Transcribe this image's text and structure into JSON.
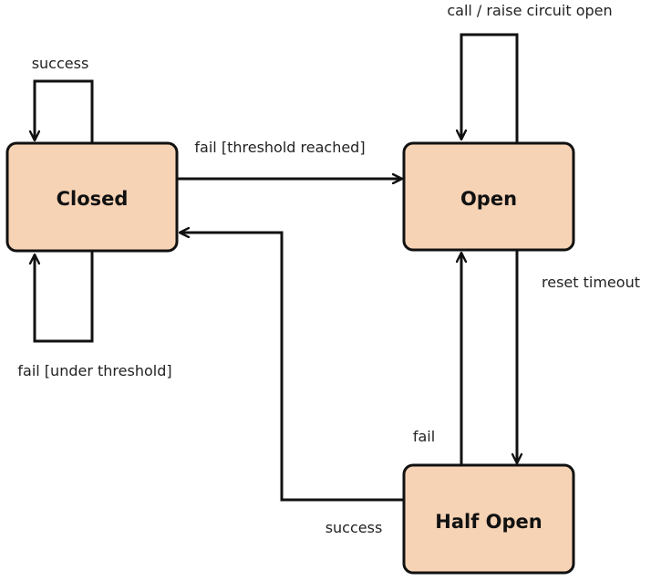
{
  "states": {
    "closed": "Closed",
    "open": "Open",
    "half_open": "Half Open"
  },
  "transitions": {
    "closed_success_loop": "success",
    "closed_to_open": "fail [threshold reached]",
    "closed_fail_loop": "fail [under threshold]",
    "open_call_loop": "call / raise circuit open",
    "open_to_half_open": "reset timeout",
    "half_open_to_open": "fail",
    "half_open_to_closed": "success"
  },
  "colors": {
    "state_fill": "#f7d3b5",
    "stroke": "#111111"
  }
}
